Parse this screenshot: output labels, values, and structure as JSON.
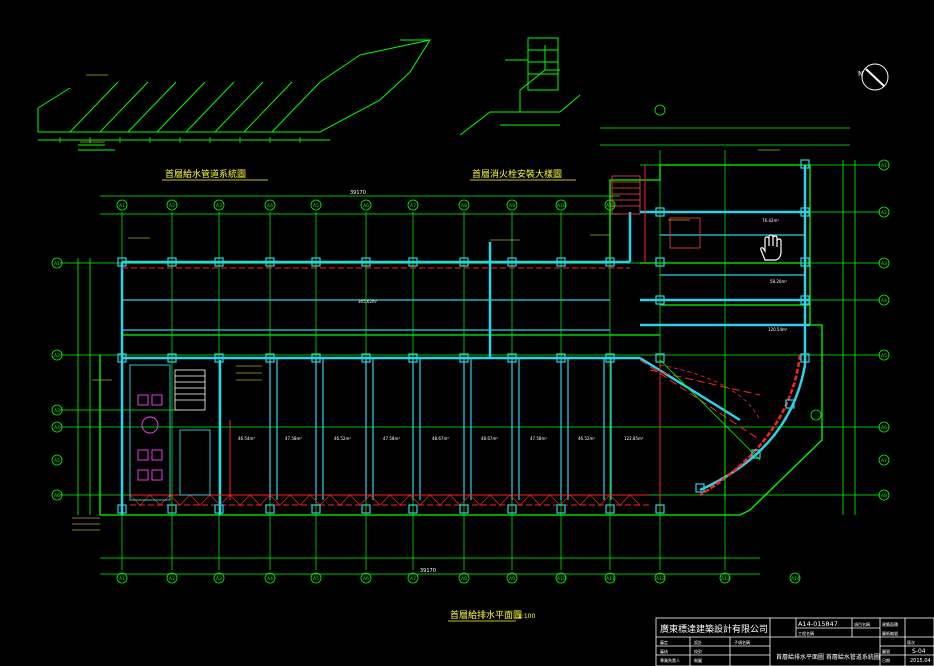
{
  "drawing": {
    "colors": {
      "background": "#000000",
      "wall_cyan": "#2bd3e8",
      "axis_green": "#00ff00",
      "pipe_red": "#ff2222",
      "text_yellow": "#ffff33",
      "white": "#ffffff",
      "magenta": "#ff44ff"
    },
    "titles": {
      "supply_system": "首層給水管道系統圖",
      "fire_equipment": "首層消火栓安裝大樣圖",
      "floor_plan": "首層給排水平面圖",
      "floor_plan_scale": "1:100"
    },
    "axes_top": [
      "A1",
      "A2",
      "A3",
      "A4",
      "A5",
      "A6",
      "A7",
      "A8",
      "A9",
      "A10",
      "A11"
    ],
    "axes_bottom": [
      "A1",
      "A2",
      "A3",
      "A4",
      "A5",
      "A6",
      "A7",
      "A8",
      "A9",
      "A10",
      "A11",
      "A12",
      "A13",
      "A14"
    ],
    "axes_left": [
      "A1",
      "A2",
      "A3",
      "A4",
      "A5",
      "A6"
    ],
    "axes_right": [
      "A1",
      "A2",
      "A3",
      "A4",
      "A5",
      "A6",
      "A7",
      "A8"
    ],
    "dimension_total": "39170",
    "room_areas": [
      "76.42m²",
      "58.20m²",
      "120.54m²",
      "305.62m²",
      "46.54m²",
      "47.58m²",
      "46.52m²",
      "47.58m²",
      "48.67m²",
      "48.67m²",
      "47.58m²",
      "46.52m²",
      "122.85m²"
    ],
    "cursor_icon": "hand-cursor-icon"
  },
  "title_block": {
    "company": "廣東標達建築設計有限公司",
    "project_code": "A14-015847",
    "drawing_name": "首層給排水平面圖  首層給水管道系統圖",
    "sheet_no": "S-04",
    "date": "2015.04",
    "row_labels": [
      "項目名稱",
      "工程名稱",
      "子項名稱",
      "審定",
      "審核",
      "專業負責人",
      "設計",
      "校對",
      "制圖"
    ],
    "fields": [
      "建築面積",
      "圖紙編號",
      "圖號",
      "日期",
      "版次"
    ]
  }
}
